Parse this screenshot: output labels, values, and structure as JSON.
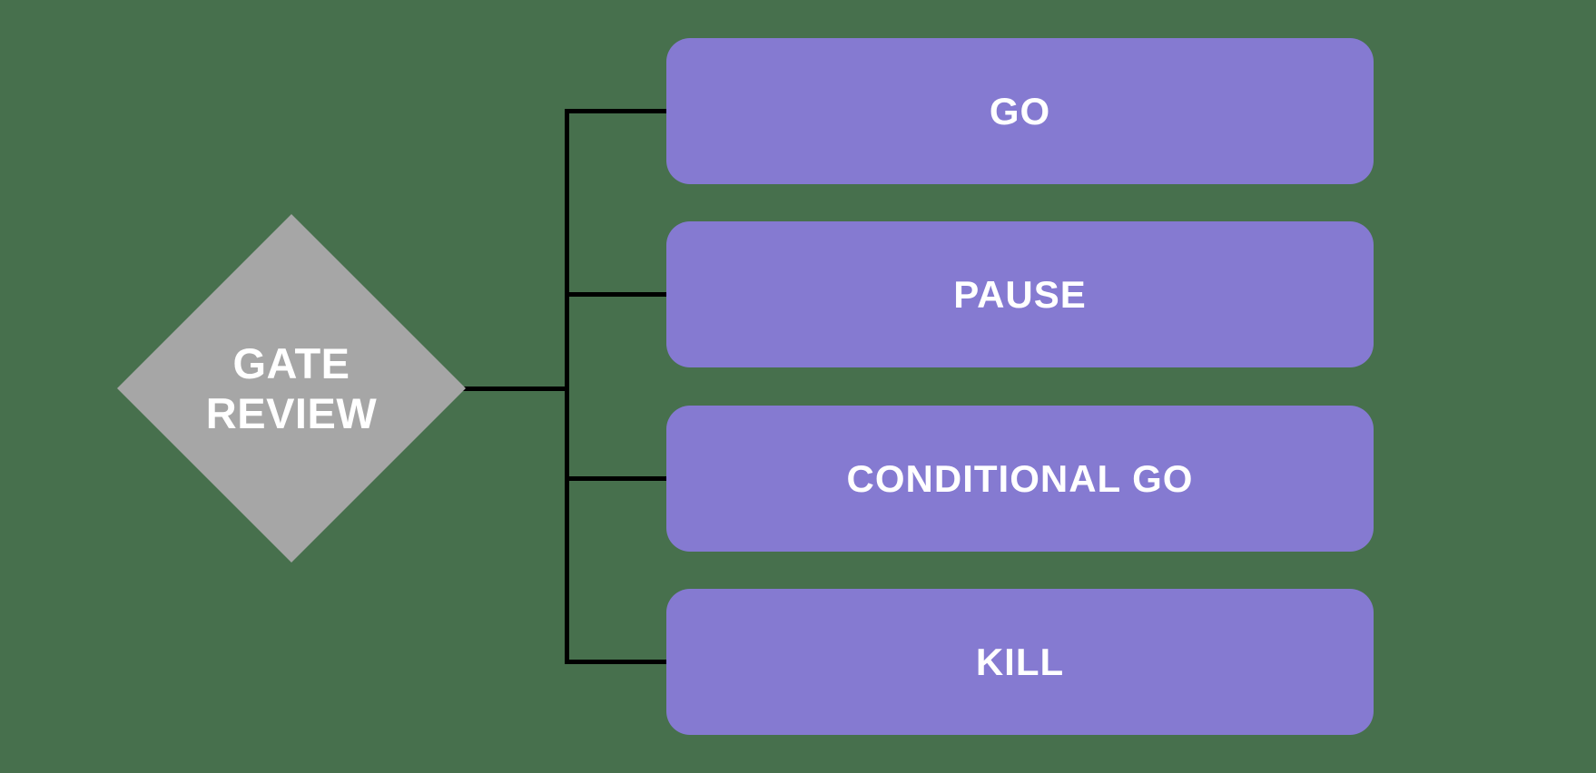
{
  "page": {
    "background_color": "#47704D"
  },
  "diagram": {
    "type": "flowchart",
    "connector_color": "#000000",
    "decision": {
      "shape": "diamond",
      "label": "GATE REVIEW",
      "fill_color": "#A6A6A6",
      "text_color": "#FFFFFF"
    },
    "outcomes": [
      {
        "id": "go",
        "label": "GO"
      },
      {
        "id": "pause",
        "label": "PAUSE"
      },
      {
        "id": "conditional-go",
        "label": "CONDITIONAL GO"
      },
      {
        "id": "kill",
        "label": "KILL"
      }
    ],
    "outcome_style": {
      "shape": "rounded-rectangle",
      "fill_color": "#857AD1",
      "text_color": "#FFFFFF"
    }
  }
}
